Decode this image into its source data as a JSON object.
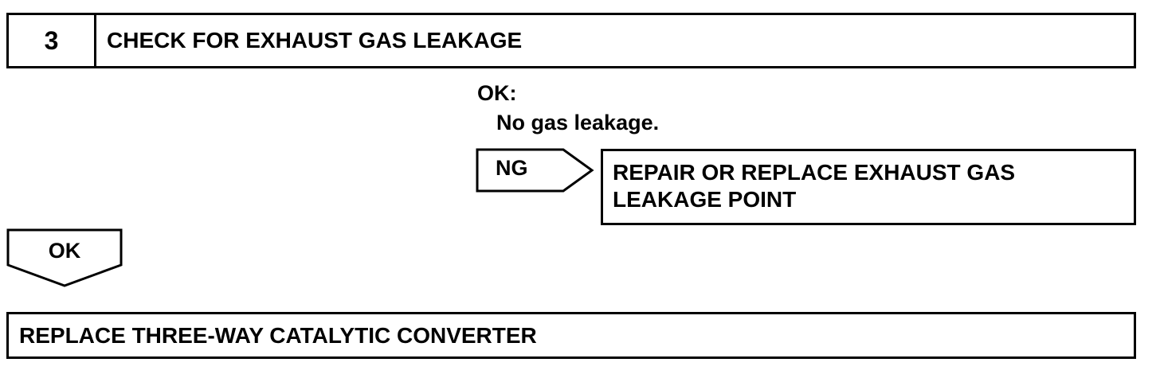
{
  "step": {
    "number": "3",
    "title": "CHECK FOR EXHAUST GAS LEAKAGE"
  },
  "result_spec": {
    "label": "OK:",
    "description": "No gas leakage."
  },
  "ng_branch": {
    "label": "NG",
    "action_line1": "REPAIR OR REPLACE EXHAUST GAS",
    "action_line2": "LEAKAGE POINT"
  },
  "ok_branch": {
    "label": "OK"
  },
  "final_step": {
    "text": "REPLACE THREE-WAY CATALYTIC CONVERTER"
  }
}
